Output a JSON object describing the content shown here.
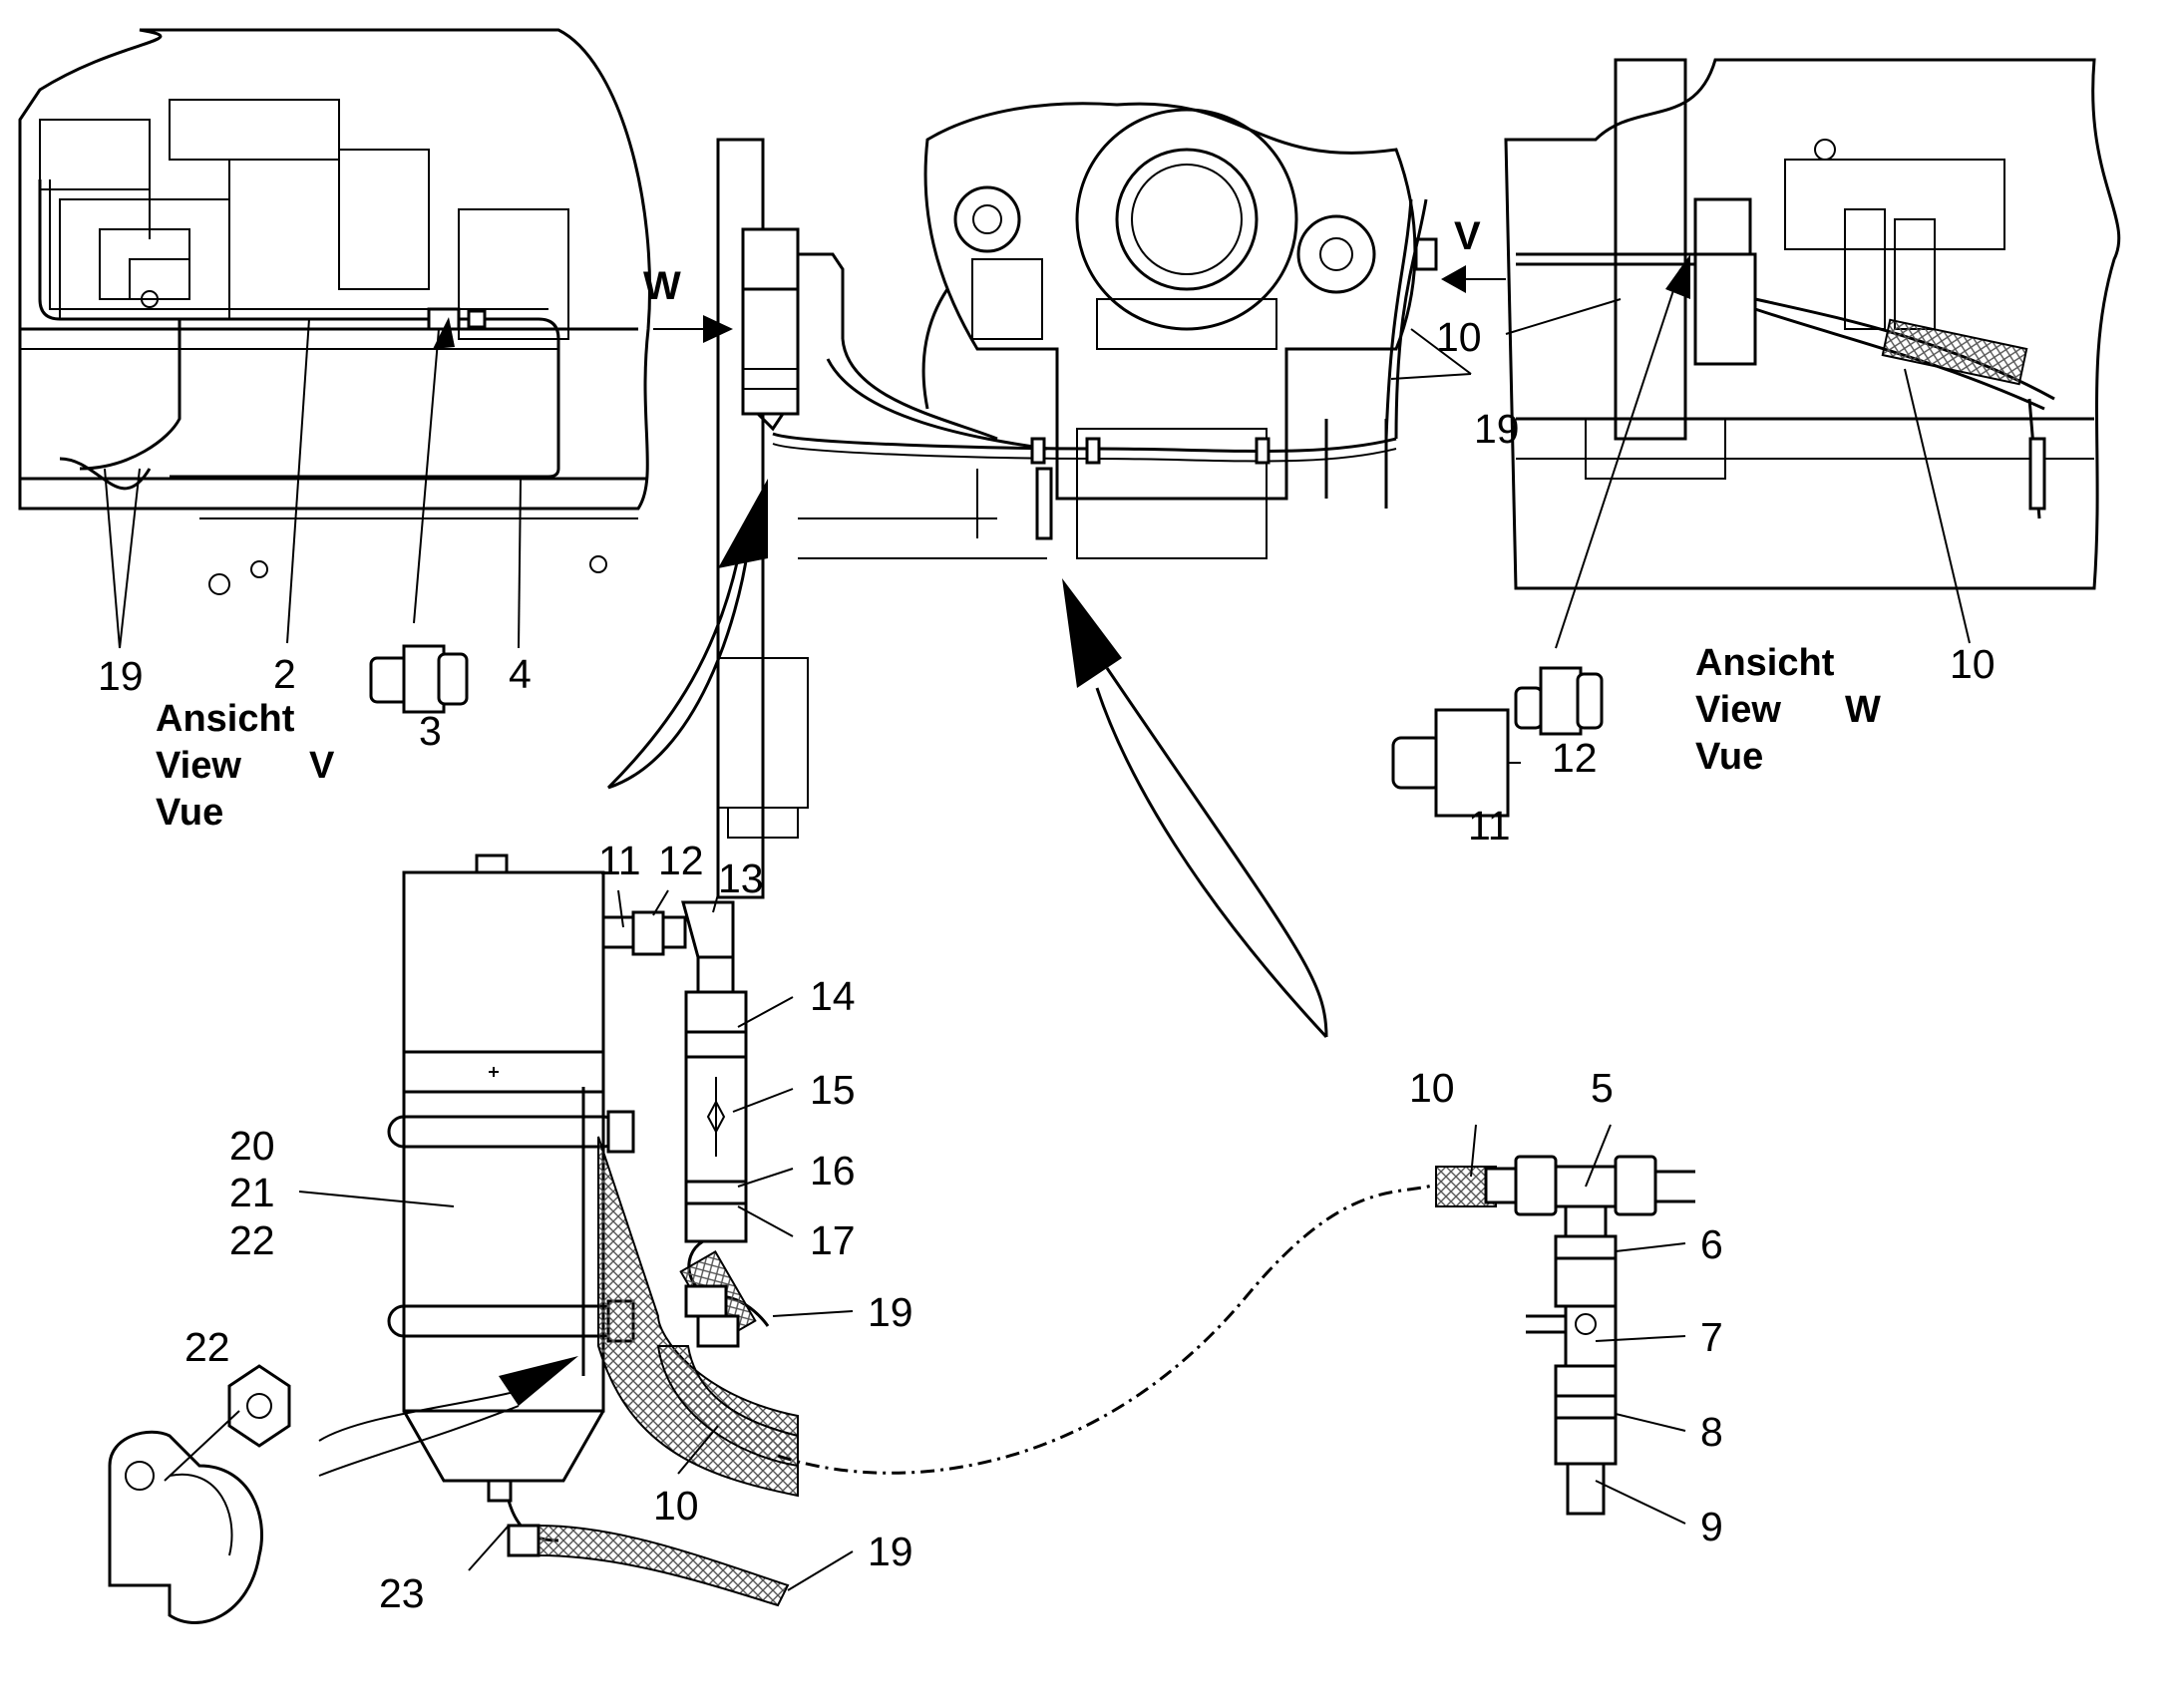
{
  "view_labels": {
    "left": {
      "line1": "Ansicht",
      "line2": "View",
      "line3": "Vue",
      "letter": "V"
    },
    "right": {
      "line1": "Ansicht",
      "line2": "View",
      "line3": "Vue",
      "letter": "W"
    }
  },
  "direction_markers": {
    "w": "W",
    "v": "V"
  },
  "callouts": {
    "c19a": "19",
    "c2": "2",
    "c3": "3",
    "c4": "4",
    "c10a": "10",
    "c19b": "19",
    "c10b": "10",
    "c11a": "11",
    "c12a": "12",
    "c11b": "11",
    "c12b": "12",
    "c13": "13",
    "c14": "14",
    "c15": "15",
    "c16": "16",
    "c17": "17",
    "c19c": "19",
    "c20": "20",
    "c21": "21",
    "c22a": "22",
    "c22b": "22",
    "c10c": "10",
    "c23": "23",
    "c19d": "19",
    "c10d": "10",
    "c5": "5",
    "c6": "6",
    "c7": "7",
    "c8": "8",
    "c9": "9"
  },
  "colors": {
    "ink": "#000000",
    "paper": "#ffffff",
    "hatch": "#555555"
  }
}
